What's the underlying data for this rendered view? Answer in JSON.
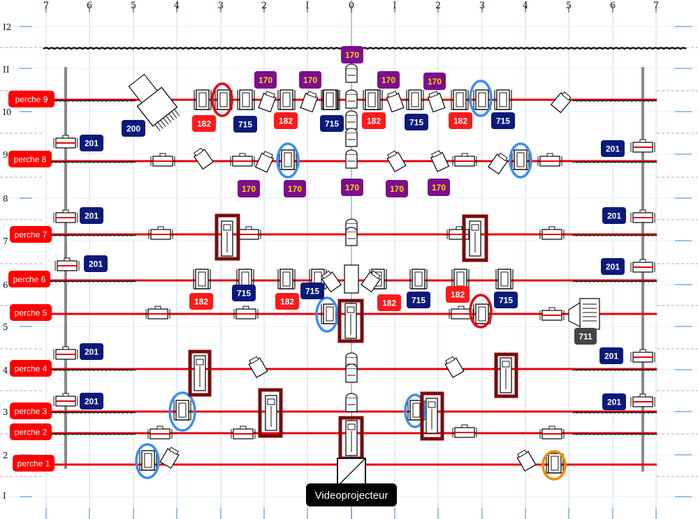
{
  "column_labels": [
    "7",
    "6",
    "5",
    "4",
    "3",
    "2",
    "I",
    "0",
    "I",
    "2",
    "3",
    "4",
    "5",
    "6",
    "7"
  ],
  "row_labels": [
    "I2",
    "II",
    "I0",
    "9",
    "8",
    "7",
    "6",
    "5",
    "4",
    "3",
    "2",
    "I"
  ],
  "perches": [
    {
      "label": "perche 9"
    },
    {
      "label": "perche 8"
    },
    {
      "label": "perche 7"
    },
    {
      "label": "perche 6"
    },
    {
      "label": "perche 5"
    },
    {
      "label": "perche 4"
    },
    {
      "label": "perche 3"
    },
    {
      "label": "perche 2"
    },
    {
      "label": "perche 1"
    }
  ],
  "projector_label": "Videoprojecteur",
  "badge_values": {
    "b170": "170",
    "b182": "182",
    "b715": "715",
    "b201": "201",
    "b200": "200",
    "b711": "711"
  },
  "colors": {
    "perche_line": "#e8000b",
    "perche_tag": "#ff0000",
    "badge_170": "#7b0f8c",
    "badge_170_text": "#ffd700",
    "badge_182": "#ff1a1a",
    "badge_715": "#0a1a7a",
    "badge_201": "#0a1a7a",
    "badge_711": "#444444",
    "ring_blue": "#3a8ef0",
    "ring_red": "#e8000b",
    "ring_orange": "#f28a00",
    "box_dark_red": "#7a0c0c",
    "grid": "#c8d8f0",
    "batten": "#888888"
  }
}
